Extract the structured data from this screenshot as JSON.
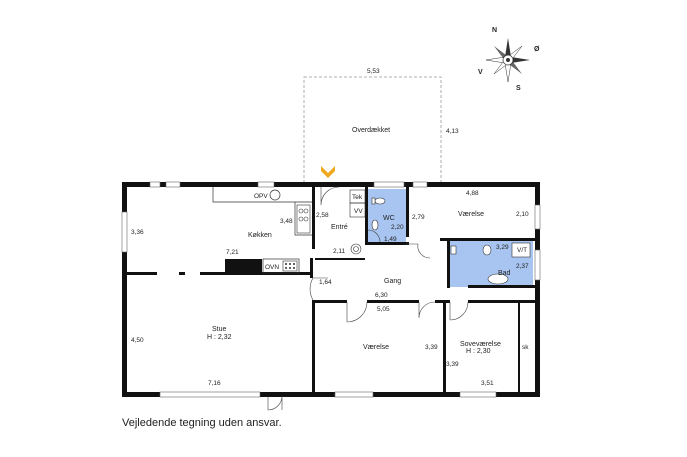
{
  "rooms": {
    "overdaekket": "Overdækket",
    "koekken": "Køkken",
    "entre": "Entré",
    "wc": "WC",
    "vaerelse_top": "Værelse",
    "bad": "Bad",
    "gang": "Gang",
    "stue": "Stue",
    "stue_height": "H : 2,32",
    "vaerelse_mid": "Værelse",
    "sovevaerelse": "Soveværelse",
    "sovevaerelse_height": "H : 2,30"
  },
  "fixtures": {
    "opv": "OPV",
    "ovn": "OVN",
    "tek": "Tek",
    "vv": "VV",
    "vt": "V/T",
    "sk": "sk"
  },
  "dimensions": {
    "overdaekket_width": "5,53",
    "overdaekket_depth": "4,13",
    "koekken_left": "3,36",
    "koekken_small": "3,48",
    "koekken_width": "7,21",
    "entre_width": "2,58",
    "entre_bottom": "2,11",
    "wc_width": "2,20",
    "wc_depth": "1,49",
    "wc_right": "2,79",
    "vaerelse_top_width": "4,88",
    "vaerelse_top_depth": "2,10",
    "bad_width": "3,29",
    "bad_depth": "2,37",
    "gang_small": "1,64",
    "gang_width": "6,30",
    "vaerelse_mid_width": "5,05",
    "vaerelse_mid_depth": "3,39",
    "stue_depth": "4,50",
    "stue_width": "7,16",
    "sove_depth": "3,39",
    "sove_width": "3,51"
  },
  "compass": {
    "n": "N",
    "v": "V",
    "s": "S",
    "o": "Ø"
  },
  "caption": "Vejledende tegning uden ansvar."
}
